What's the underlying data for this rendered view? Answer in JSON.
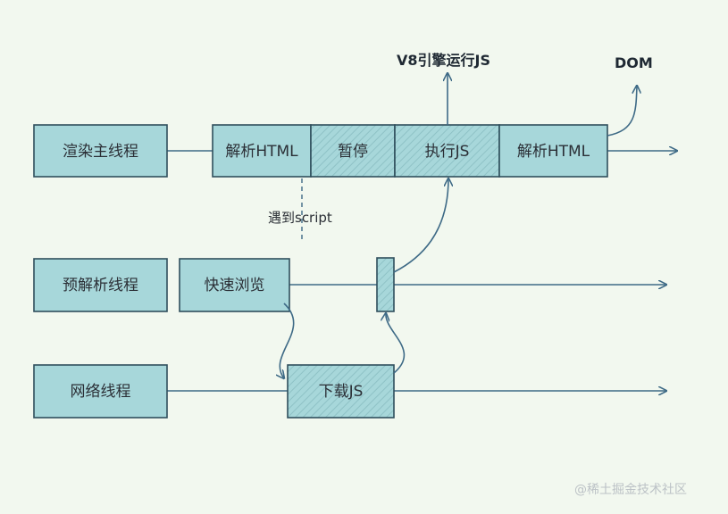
{
  "threads": {
    "main": "渲染主线程",
    "preparse": "预解析线程",
    "network": "网络线程"
  },
  "main_row": {
    "parse1": "解析HTML",
    "pause": "暂停",
    "exec": "执行JS",
    "parse2": "解析HTML"
  },
  "preparse_row": {
    "scan": "快速浏览"
  },
  "network_row": {
    "download": "下载JS"
  },
  "labels": {
    "v8": "V8引擎运行JS",
    "dom": "DOM",
    "script": "遇到script"
  },
  "watermark": "@稀土掘金技术社区",
  "colors": {
    "box_fill": "#a7d7da",
    "box_stroke": "#2f4f5c",
    "line": "#3e6a86",
    "background": "#f2f8ef"
  }
}
